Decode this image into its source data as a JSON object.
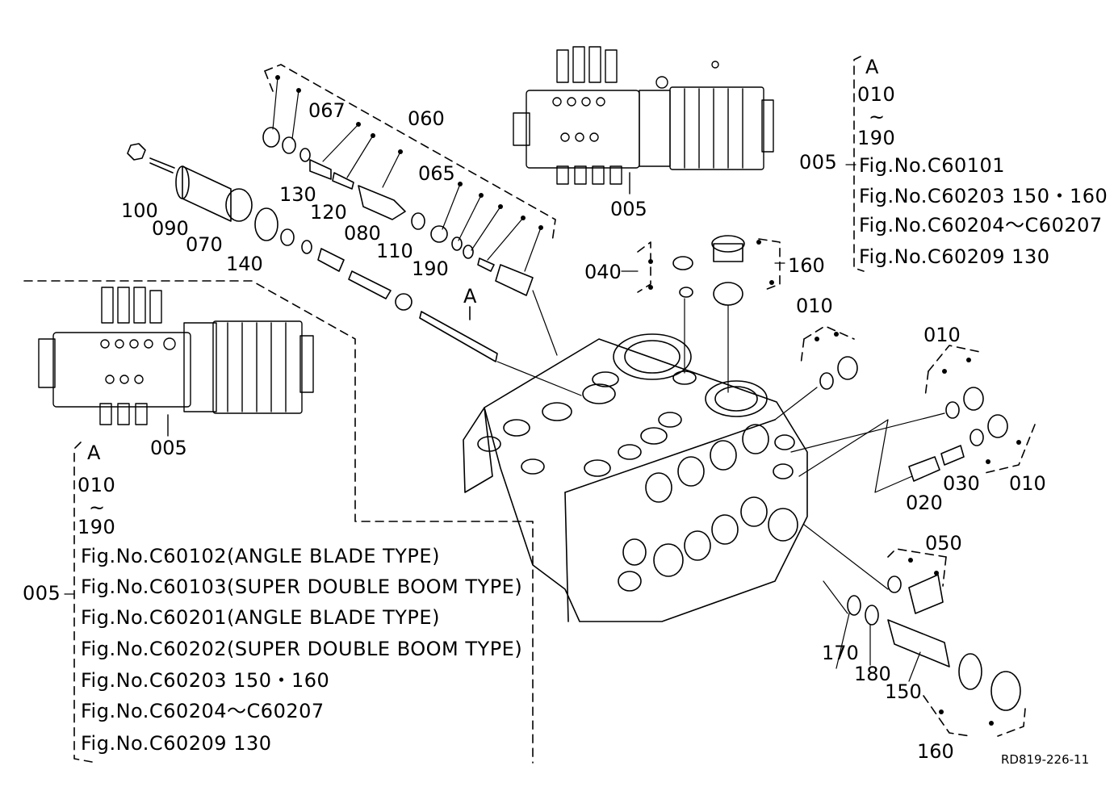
{
  "diagram": {
    "parts": {
      "p060": "060",
      "p067": "067",
      "p065": "065",
      "p100": "100",
      "p090": "090",
      "p070": "070",
      "p130": "130",
      "p120": "120",
      "p080": "080",
      "p110": "110",
      "p190": "190",
      "p140": "140",
      "pA": "A",
      "p005_top": "005",
      "p005_left": "005",
      "p040": "040",
      "p160_top": "160",
      "p010_a": "010",
      "p010_b": "010",
      "p010_c": "010",
      "p020": "020",
      "p030": "030",
      "p050": "050",
      "p170": "170",
      "p180": "180",
      "p150": "150",
      "p160_bottom": "160"
    },
    "note_top": {
      "letter": "A",
      "range_start": "010",
      "tilde": "~",
      "range_end": "190",
      "ref": "005",
      "lines": [
        "Fig.No.C60101",
        "Fig.No.C60203  150・160",
        "Fig.No.C60204～C60207",
        "Fig.No.C60209  130"
      ]
    },
    "note_left": {
      "letter": "A",
      "range_start": "010",
      "tilde": "~",
      "range_end": "190",
      "ref": "005",
      "lines": [
        "Fig.No.C60102(ANGLE BLADE TYPE)",
        "Fig.No.C60103(SUPER DOUBLE BOOM TYPE)",
        "Fig.No.C60201(ANGLE BLADE TYPE)",
        "Fig.No.C60202(SUPER DOUBLE BOOM TYPE)",
        "Fig.No.C60203  150・160",
        "Fig.No.C60204～C60207",
        "Fig.No.C60209  130"
      ]
    },
    "drawing_ref": "RD819-226-11"
  }
}
